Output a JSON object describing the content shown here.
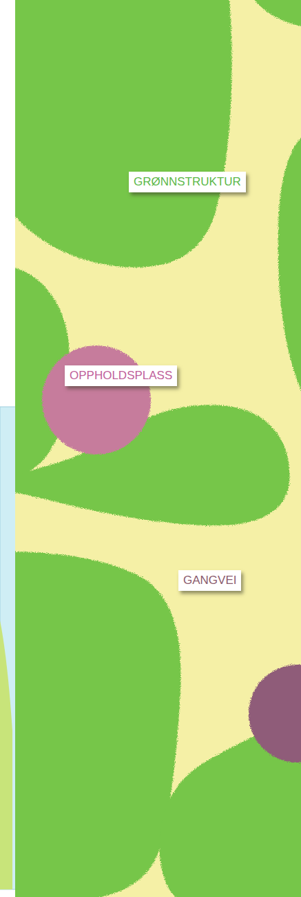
{
  "diagram": {
    "nodes": [
      {
        "text": [
          "GRØNNSTRUKTUR"
        ]
      },
      {
        "text": [
          "OPPHOLDSPLASS"
        ]
      },
      {
        "text": [
          "GANGVEI"
        ]
      }
    ]
  }
}
